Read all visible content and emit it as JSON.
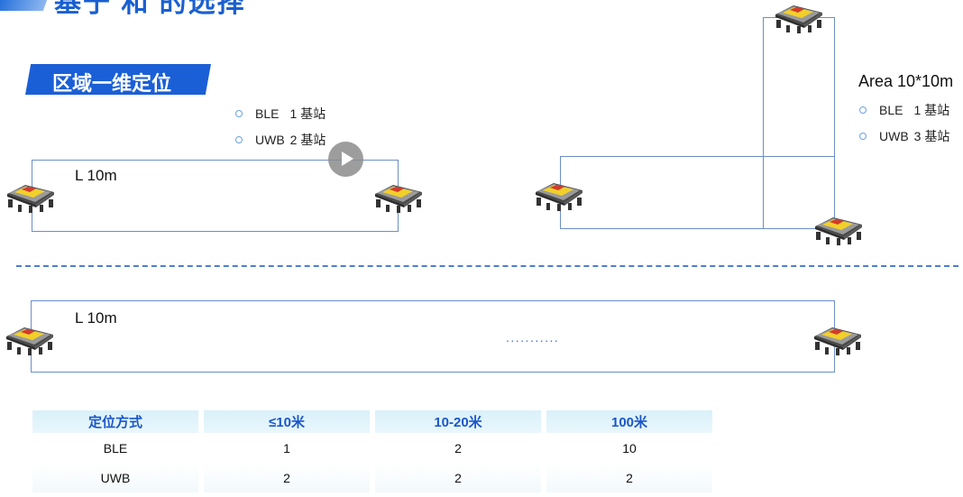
{
  "slide": {
    "top_title": "基于     和      的选择",
    "section_tag": "区域一维定位",
    "line_list": {
      "items": [
        {
          "tech": "BLE",
          "count": "1 基站"
        },
        {
          "tech": "UWB",
          "count": "2 基站"
        }
      ]
    },
    "line1_label": "L 10m",
    "line2_label": "L 10m",
    "ellipsis": "...........",
    "area": {
      "title": "Area 10*10m",
      "items": [
        {
          "tech": "BLE",
          "count": "1 基站"
        },
        {
          "tech": "UWB",
          "count": "3 基站"
        }
      ]
    }
  },
  "table": {
    "headers": [
      "定位方式",
      "≤10米",
      "10-20米",
      "100米"
    ],
    "rows": [
      [
        "BLE",
        "1",
        "2",
        "10"
      ],
      [
        "UWB",
        "2",
        "2",
        "2"
      ]
    ]
  },
  "colors": {
    "accent": "#1b5fd6",
    "line": "#6b8fc7",
    "table_header_bg": "#d9f0fa",
    "table_header_text": "#1a56c8"
  },
  "icons": {
    "device": "base-station-device-icon",
    "play": "play-icon"
  }
}
